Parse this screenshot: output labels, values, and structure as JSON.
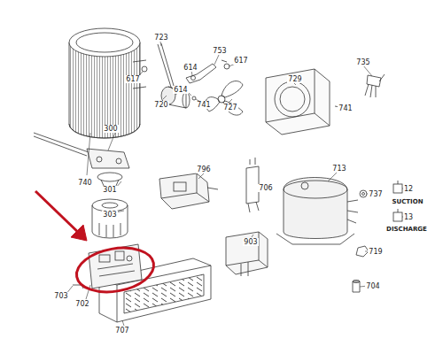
{
  "diagram": {
    "labels": [
      "723",
      "740",
      "617",
      "614",
      "753",
      "617",
      "614",
      "720",
      "741",
      "727",
      "729",
      "741",
      "735",
      "300",
      "796",
      "301",
      "706",
      "713",
      "737",
      "12",
      "SUCTION",
      "303",
      "13",
      "DISCHARGE",
      "903",
      "719",
      "704",
      "703",
      "702",
      "707"
    ]
  }
}
